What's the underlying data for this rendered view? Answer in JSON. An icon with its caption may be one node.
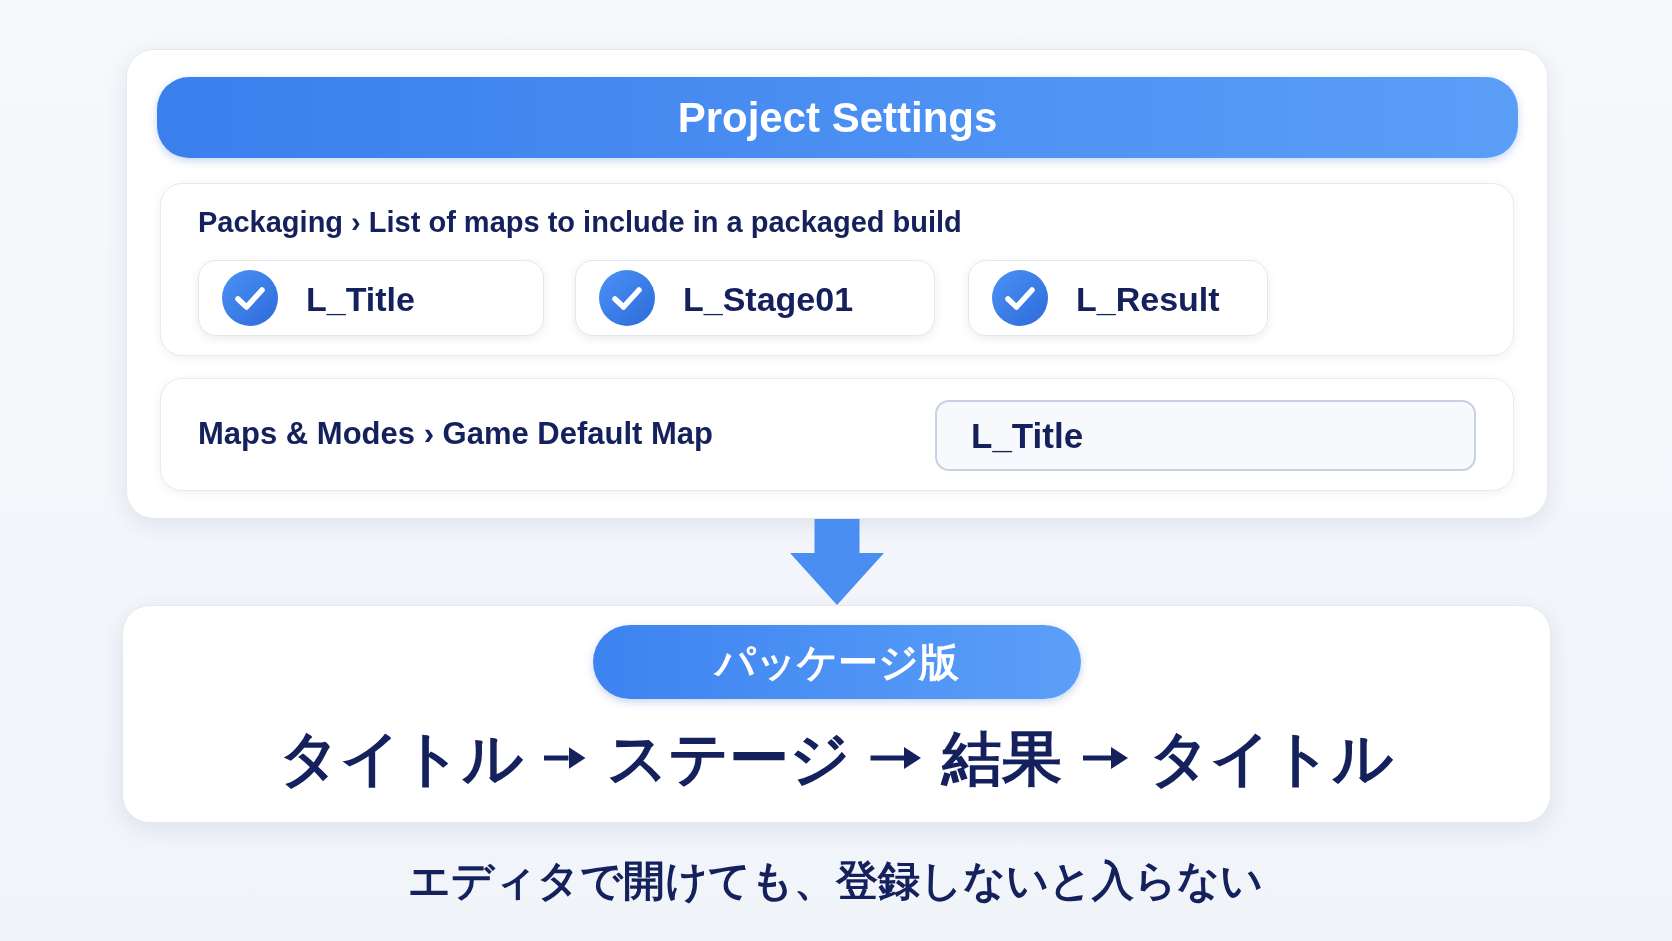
{
  "diagram": {
    "nodes": [
      {
        "text": [],
        "shape": "box"
      },
      {
        "text": [
          "Project Settings"
        ],
        "in": 0
      },
      {
        "text": [
          "Packaging › List of maps to include in a packaged build"
        ],
        "in": 0
      },
      {
        "text": [
          "L_Title"
        ],
        "in": 2
      },
      {
        "text": [
          "L_Stage01"
        ],
        "in": 2
      },
      {
        "text": [
          "L_Result"
        ],
        "in": 2
      },
      {
        "text": [
          "Maps & Modes › Game Default Map"
        ],
        "in": 0
      },
      {
        "text": [
          "L_Title"
        ],
        "in": 6
      },
      {
        "text": [],
        "shape": "box"
      },
      {
        "text": [
          "パッケージ版"
        ],
        "in": 8
      },
      {
        "text": [
          "タイトル"
        ],
        "in": 8
      },
      {
        "text": [
          "ステージ"
        ],
        "in": 8
      },
      {
        "text": [
          "結果"
        ],
        "in": 8
      },
      {
        "text": [
          "タイトル"
        ],
        "in": 8
      }
    ],
    "edges": [
      {
        "from": 0,
        "to": 8,
        "arrow": "to",
        "style": "thick",
        "color": "#4a8ef2"
      },
      {
        "from": 10,
        "to": 11,
        "arrow": "to"
      },
      {
        "from": 11,
        "to": 12,
        "arrow": "to"
      },
      {
        "from": 12,
        "to": 13,
        "arrow": "to"
      }
    ],
    "caption": "エディタで開けても、登録しないと入らない"
  }
}
